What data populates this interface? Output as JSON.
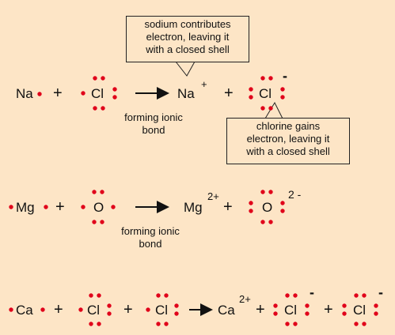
{
  "colors": {
    "background": "#fde5c6",
    "electron_dot": "#e0001a",
    "text": "#111111"
  },
  "callouts": {
    "sodium": [
      "sodium contributes",
      "electron, leaving it",
      "with a closed shell"
    ],
    "chlorine": [
      "chlorine gains",
      "electron, leaving it",
      "with a closed shell"
    ]
  },
  "bond_labels": {
    "first": [
      "forming ionic",
      "bond"
    ],
    "second": [
      "forming ionic",
      "bond"
    ]
  },
  "reactions": {
    "nacl": {
      "na": "Na",
      "cl": "Cl",
      "plus": "+",
      "na_ion": "Na",
      "na_charge": "+",
      "cl_ion": "Cl",
      "cl_charge": "-"
    },
    "mgo": {
      "mg": "Mg",
      "o": "O",
      "plus": "+",
      "mg_ion": "Mg",
      "mg_charge": "2+",
      "o_ion": "O",
      "o_charge": "2 -"
    },
    "cacl2": {
      "ca": "Ca",
      "cl": "Cl",
      "plus": "+",
      "ca_ion": "Ca",
      "ca_charge": "2+",
      "cl_ion": "Cl",
      "cl_charge": "-"
    }
  }
}
